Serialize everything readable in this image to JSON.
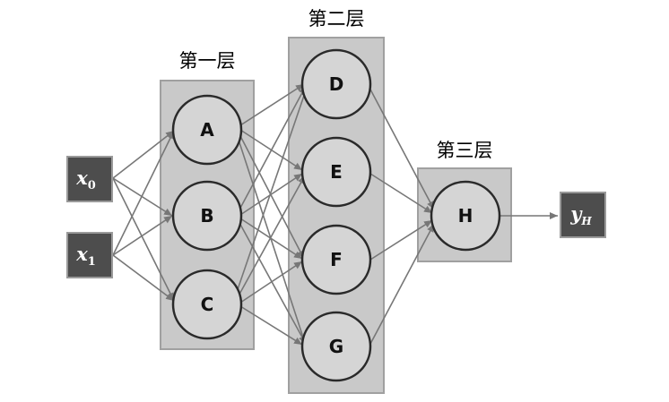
{
  "layers": [
    {
      "label": "第一层"
    },
    {
      "label": "第二层"
    },
    {
      "label": "第三层"
    }
  ],
  "nodes": {
    "A": "A",
    "B": "B",
    "C": "C",
    "D": "D",
    "E": "E",
    "F": "F",
    "G": "G",
    "H": "H"
  },
  "inputs": [
    {
      "base": "x",
      "sub": "0"
    },
    {
      "base": "x",
      "sub": "1"
    }
  ],
  "output": {
    "base": "y",
    "sub": "H"
  },
  "colors": {
    "layer_fill": "#c9c9c9",
    "layer_stroke": "#a0a0a0",
    "node_fill": "#d5d5d5",
    "node_stroke": "#2a2a2a",
    "edge": "#777777",
    "io_fill": "#4d4d4d",
    "io_stroke": "#9a9a9a"
  }
}
